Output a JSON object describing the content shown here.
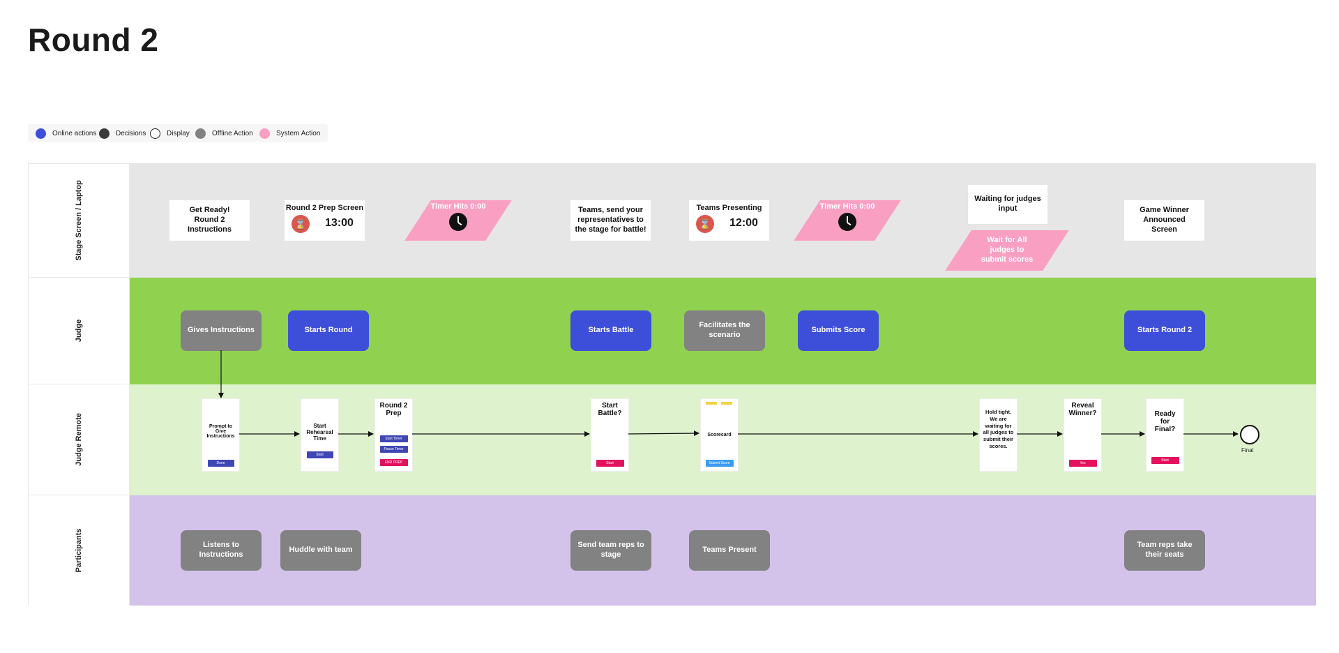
{
  "page": {
    "title": "Round 2"
  },
  "legend": [
    {
      "label": "Online actions",
      "color": "#3d4fd9",
      "icon": "filled-circle-icon"
    },
    {
      "label": "Decisions",
      "color": "#3a3a3a",
      "icon": "filled-circle-icon"
    },
    {
      "label": "Display",
      "color": "#ffffff",
      "icon": "outline-circle-icon"
    },
    {
      "label": "Offline Action",
      "color": "#828282",
      "icon": "filled-circle-icon"
    },
    {
      "label": "System Action",
      "color": "#f9a0c2",
      "icon": "filled-circle-icon"
    }
  ],
  "lanes": {
    "stage": {
      "label": "Stage Screen / Laptop",
      "color": "#e6e6e6",
      "get_ready": "Get Ready!\nRound 2 Instructions",
      "prep_screen": {
        "title": "Round 2 Prep Screen",
        "time": "13:00",
        "icon": "hourglass-icon"
      },
      "timer_hits_1": {
        "label": "Timer Hits 0:00",
        "icon": "clock-icon"
      },
      "send_reps": "Teams, send your representatives to the stage for battle!",
      "teams_presenting": {
        "title": "Teams Presenting",
        "time": "12:00",
        "icon": "hourglass-icon"
      },
      "timer_hits_2": {
        "label": "Timer Hits 0:00",
        "icon": "clock-icon"
      },
      "waiting": "Waiting for judges input",
      "wait_all": "Wait for All judges to submit scores",
      "winner_screen": "Game Winner Announced Screen"
    },
    "judge": {
      "label": "Judge",
      "color": "#90d14f",
      "gives_instructions": "Gives Instructions",
      "starts_round": "Starts Round",
      "starts_battle": "Starts Battle",
      "facilitates": "Facilitates the scenario",
      "submits_score": "Submits Score",
      "starts_round2": "Starts Round 2"
    },
    "remote": {
      "label": "Judge Remote",
      "color": "#def2cd",
      "prompt": {
        "text": "Prompt to Give Instructions",
        "button": "Done"
      },
      "rehearsal": {
        "text": "Start Rehearsal Time",
        "button": "Start"
      },
      "prep": {
        "text": "Round 2 Prep",
        "buttons": [
          "Start Timer",
          "Pause Timer",
          "END PREP"
        ]
      },
      "start_battle": {
        "text": "Start Battle?",
        "button": "Start"
      },
      "scorecard": {
        "text": "Scorecard",
        "button": "Submit Score"
      },
      "hold_tight": {
        "text": "Hold tight. We are waiting for all judges to submit their scores."
      },
      "reveal": {
        "text": "Reveal Winner?",
        "button": "Yes"
      },
      "ready_final": {
        "text": "Ready for Final?",
        "button": "Start"
      },
      "end": {
        "label": "Final"
      }
    },
    "participants": {
      "label": "Participants",
      "color": "#d3c3eb",
      "listens": "Listens to Instructions",
      "huddle": "Huddle with team",
      "send_reps": "Send team reps to stage",
      "teams_present": "Teams Present",
      "reps_seats": "Team reps take their seats"
    }
  }
}
